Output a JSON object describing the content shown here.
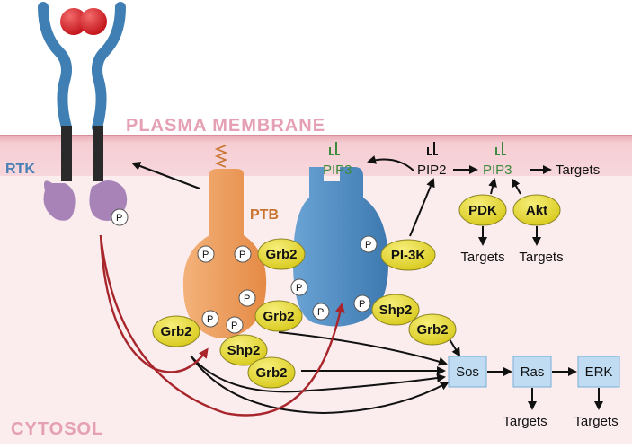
{
  "labels": {
    "plasma_membrane": "PLASMA MEMBRANE",
    "cytosol": "CYTOSOL",
    "rtk": "RTK",
    "ptb": "PTB",
    "pip3_left": "PIP3",
    "pip2": "PIP2",
    "pip3_right": "PIP3",
    "targets_top": "Targets",
    "p": "P"
  },
  "adaptors": {
    "grb2_ptb_top": "Grb2",
    "grb2_ptb_right": "Grb2",
    "grb2_ptb_left": "Grb2",
    "shp2_ptb": "Shp2",
    "grb2_ptb_bottom": "Grb2",
    "pi3k": "PI-3K",
    "shp2_receptor": "Shp2",
    "grb2_receptor": "Grb2",
    "pdk": "PDK",
    "akt": "Akt"
  },
  "kinases": {
    "sos": "Sos",
    "ras": "Ras",
    "erk": "ERK"
  },
  "targets": {
    "pdk": "Targets",
    "akt": "Targets",
    "ras": "Targets",
    "erk": "Targets"
  },
  "colors": {
    "membrane": "#f4c9cf",
    "cytosol": "#fbecee",
    "membrane_label": "#e5a0b3",
    "cytosol_label": "#e5a0b3",
    "rtk_label": "#4a7fb5",
    "ptb_label": "#c8742e",
    "receptor_blue": "#3f7fb4",
    "receptor_purple": "#a783b8",
    "ligand_red": "#d6232a",
    "ptb_orange": "#f0a063",
    "irs_blue": "#4d8cc4",
    "adaptor_yellow": "#e9dd2c",
    "kinase_box": "#bfdcf2",
    "pip3_green": "#3c8a3c",
    "arrow_red": "#a8262b"
  }
}
